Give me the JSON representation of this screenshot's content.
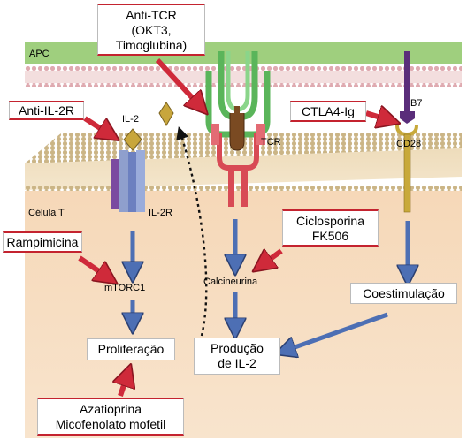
{
  "labels": {
    "apc": "APC",
    "t_cell": "Célula T",
    "il2": "IL-2",
    "il2r": "IL-2R",
    "tcr": "TCR",
    "b7": "B7",
    "cd28": "CD28",
    "mtorc1": "mTORC1",
    "calcineurin": "Calcineurina"
  },
  "boxes": {
    "anti_tcr": [
      "Anti-TCR",
      "(OKT3,",
      "Timoglubina)"
    ],
    "anti_il2r": "Anti-IL-2R",
    "ctla4": "CTLA4-Ig",
    "rapamycin": "Rampimicina",
    "cyclosporin": [
      "Ciclosporina",
      "FK506"
    ],
    "costim": "Coestimulação",
    "proliferation": "Proliferação",
    "il2_production": [
      "Produção",
      "de IL-2"
    ],
    "azathioprine": [
      "Azatioprina",
      "Micofenolato mofetil"
    ]
  },
  "colors": {
    "apc_membrane": "#9fcf7e",
    "t_cell_cytoplasm": "#f6dcc0",
    "membrane_lipid": "#c8ac7a",
    "inhibitor_arrow": "#cf2a3a",
    "signal_arrow": "#4d6fb4",
    "tcr_red": "#d84a55",
    "tcr_green": "#5ab55a",
    "b7_purple": "#5a2d7a",
    "cd28_gold": "#c8a93a"
  }
}
